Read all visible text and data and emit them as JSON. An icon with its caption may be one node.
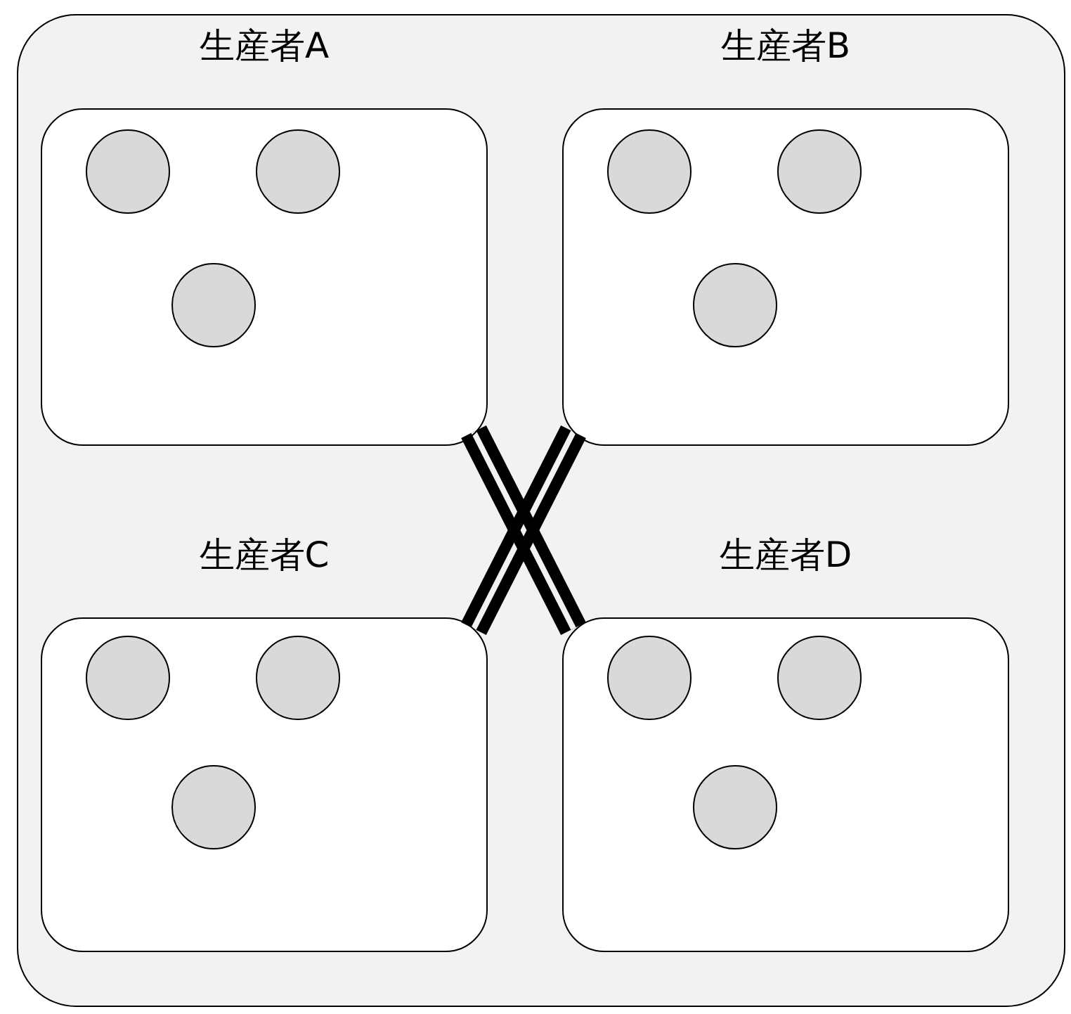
{
  "diagram": {
    "nodes": [
      {
        "text": [],
        "shape": "box"
      },
      {
        "text": [
          "生産者A"
        ],
        "in": 0
      },
      {
        "text": [],
        "shape": "circle",
        "in": 1
      },
      {
        "text": [],
        "shape": "circle",
        "in": 1
      },
      {
        "text": [],
        "shape": "circle",
        "in": 1
      },
      {
        "text": [
          "生産者B"
        ],
        "in": 0
      },
      {
        "text": [],
        "shape": "circle",
        "in": 5
      },
      {
        "text": [],
        "shape": "circle",
        "in": 5
      },
      {
        "text": [],
        "shape": "circle",
        "in": 5
      },
      {
        "text": [
          "生産者C"
        ],
        "in": 0
      },
      {
        "text": [],
        "shape": "circle",
        "in": 9
      },
      {
        "text": [],
        "shape": "circle",
        "in": 9
      },
      {
        "text": [],
        "shape": "circle",
        "in": 9
      },
      {
        "text": [
          "生産者D"
        ],
        "in": 0
      },
      {
        "text": [],
        "shape": "circle",
        "in": 13
      },
      {
        "text": [],
        "shape": "circle",
        "in": 13
      },
      {
        "text": [],
        "shape": "circle",
        "in": 13
      }
    ],
    "edges": [
      {
        "from": 1,
        "to": 13,
        "arrow": "none"
      },
      {
        "from": 5,
        "to": 9,
        "arrow": "none"
      }
    ]
  }
}
